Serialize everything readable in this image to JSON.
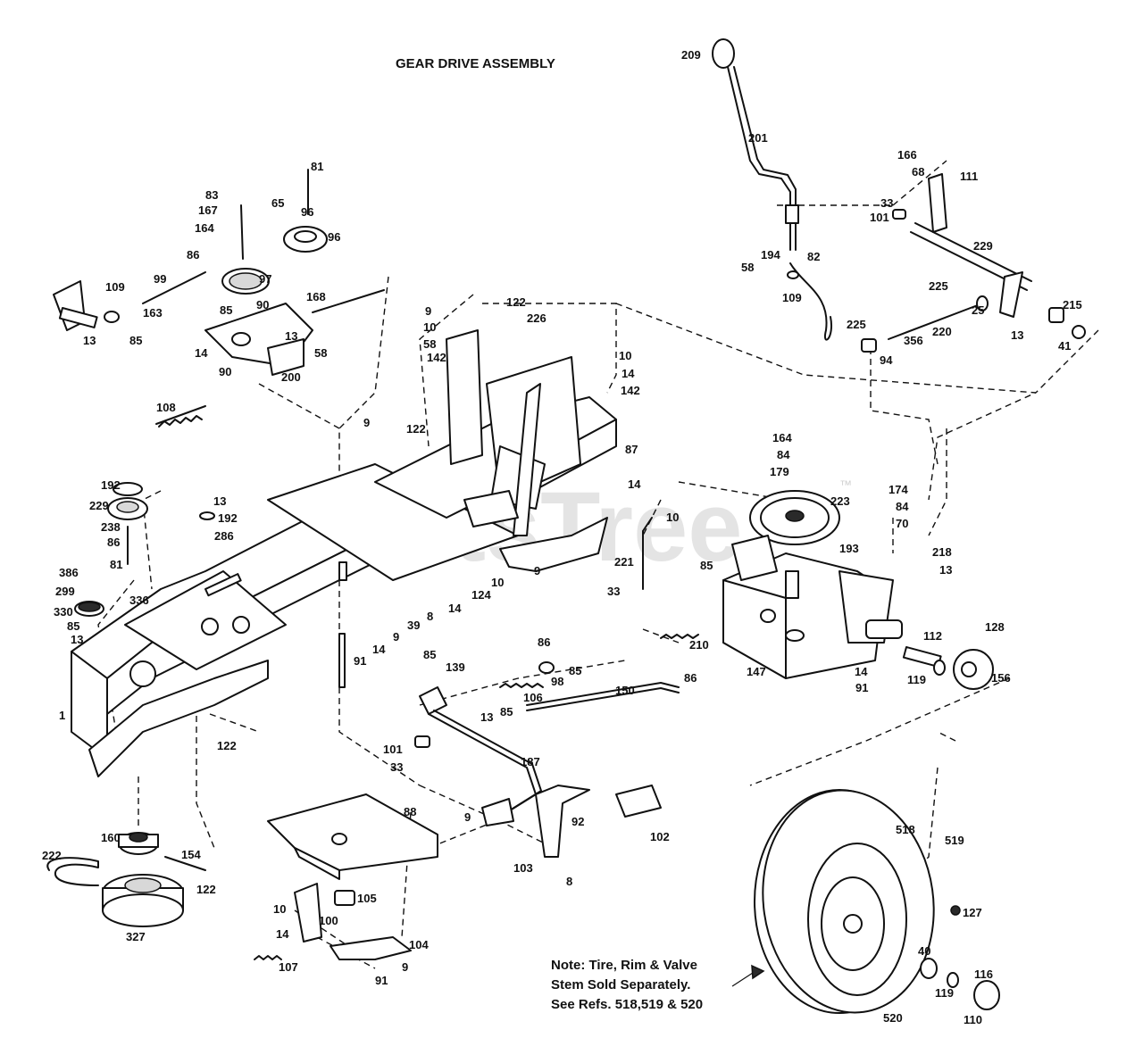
{
  "title": "GEAR DRIVE ASSEMBLY",
  "watermark": "PartsTree",
  "watermark_tm": "™",
  "note": {
    "line1": "Note: Tire, Rim & Valve",
    "line2": "Stem Sold Separately.",
    "line3": "See Refs. 518,519 & 520"
  },
  "callouts": [
    {
      "id": "c209",
      "label": "209"
    },
    {
      "id": "c201",
      "label": "201"
    },
    {
      "id": "c166",
      "label": "166"
    },
    {
      "id": "c111",
      "label": "111"
    },
    {
      "id": "c68a",
      "label": "68"
    },
    {
      "id": "c33a",
      "label": "33"
    },
    {
      "id": "c101a",
      "label": "101"
    },
    {
      "id": "c229a",
      "label": "229"
    },
    {
      "id": "c194",
      "label": "194"
    },
    {
      "id": "c82",
      "label": "82"
    },
    {
      "id": "c58a",
      "label": "58"
    },
    {
      "id": "c109a",
      "label": "109"
    },
    {
      "id": "c225a",
      "label": "225"
    },
    {
      "id": "c25",
      "label": "25"
    },
    {
      "id": "c215",
      "label": "215"
    },
    {
      "id": "c225b",
      "label": "225"
    },
    {
      "id": "c356",
      "label": "356"
    },
    {
      "id": "c220",
      "label": "220"
    },
    {
      "id": "c13a",
      "label": "13"
    },
    {
      "id": "c41",
      "label": "41"
    },
    {
      "id": "c94",
      "label": "94"
    },
    {
      "id": "c81a",
      "label": "81"
    },
    {
      "id": "c83",
      "label": "83"
    },
    {
      "id": "c65",
      "label": "65"
    },
    {
      "id": "c96a",
      "label": "96"
    },
    {
      "id": "c167",
      "label": "167"
    },
    {
      "id": "c96b",
      "label": "96"
    },
    {
      "id": "c164",
      "label": "164"
    },
    {
      "id": "c86a",
      "label": "86"
    },
    {
      "id": "c97",
      "label": "97"
    },
    {
      "id": "c99",
      "label": "99"
    },
    {
      "id": "c109b",
      "label": "109"
    },
    {
      "id": "c163",
      "label": "163"
    },
    {
      "id": "c168",
      "label": "168"
    },
    {
      "id": "c85a",
      "label": "85"
    },
    {
      "id": "c90a",
      "label": "90"
    },
    {
      "id": "c13b",
      "label": "13"
    },
    {
      "id": "c85b",
      "label": "85"
    },
    {
      "id": "c13c",
      "label": "13"
    },
    {
      "id": "c14a",
      "label": "14"
    },
    {
      "id": "c58b",
      "label": "58"
    },
    {
      "id": "c90b",
      "label": "90"
    },
    {
      "id": "c200",
      "label": "200"
    },
    {
      "id": "c108",
      "label": "108"
    },
    {
      "id": "c9a",
      "label": "9"
    },
    {
      "id": "c10a",
      "label": "10"
    },
    {
      "id": "c58c",
      "label": "58"
    },
    {
      "id": "c142a",
      "label": "142"
    },
    {
      "id": "c122a",
      "label": "122"
    },
    {
      "id": "c226",
      "label": "226"
    },
    {
      "id": "c10b",
      "label": "10"
    },
    {
      "id": "c14b",
      "label": "14"
    },
    {
      "id": "c142b",
      "label": "142"
    },
    {
      "id": "c9b",
      "label": "9"
    },
    {
      "id": "c122b",
      "label": "122"
    },
    {
      "id": "c87",
      "label": "87"
    },
    {
      "id": "c14c",
      "label": "14"
    },
    {
      "id": "c164b",
      "label": "164"
    },
    {
      "id": "c84a",
      "label": "84"
    },
    {
      "id": "c179",
      "label": "179"
    },
    {
      "id": "c223",
      "label": "223"
    },
    {
      "id": "c174",
      "label": "174"
    },
    {
      "id": "c84b",
      "label": "84"
    },
    {
      "id": "c70",
      "label": "70"
    },
    {
      "id": "c218",
      "label": "218"
    },
    {
      "id": "c13d",
      "label": "13"
    },
    {
      "id": "c193",
      "label": "193"
    },
    {
      "id": "c10c",
      "label": "10"
    },
    {
      "id": "c221",
      "label": "221"
    },
    {
      "id": "c85c",
      "label": "85"
    },
    {
      "id": "c33b",
      "label": "33"
    },
    {
      "id": "c192a",
      "label": "192"
    },
    {
      "id": "c229b",
      "label": "229"
    },
    {
      "id": "c238",
      "label": "238"
    },
    {
      "id": "c86b",
      "label": "86"
    },
    {
      "id": "c81b",
      "label": "81"
    },
    {
      "id": "c13e",
      "label": "13"
    },
    {
      "id": "c192b",
      "label": "192"
    },
    {
      "id": "c286",
      "label": "286"
    },
    {
      "id": "c386",
      "label": "386"
    },
    {
      "id": "c299",
      "label": "299"
    },
    {
      "id": "c336",
      "label": "336"
    },
    {
      "id": "c330",
      "label": "330"
    },
    {
      "id": "c85d",
      "label": "85"
    },
    {
      "id": "c13f",
      "label": "13"
    },
    {
      "id": "c1",
      "label": "1"
    },
    {
      "id": "c91a",
      "label": "91"
    },
    {
      "id": "c14d",
      "label": "14"
    },
    {
      "id": "c9c",
      "label": "9"
    },
    {
      "id": "c39",
      "label": "39"
    },
    {
      "id": "c8a",
      "label": "8"
    },
    {
      "id": "c14e",
      "label": "14"
    },
    {
      "id": "c124",
      "label": "124"
    },
    {
      "id": "c10d",
      "label": "10"
    },
    {
      "id": "c9d",
      "label": "9"
    },
    {
      "id": "c147",
      "label": "147"
    },
    {
      "id": "c112",
      "label": "112"
    },
    {
      "id": "c128",
      "label": "128"
    },
    {
      "id": "c14f",
      "label": "14"
    },
    {
      "id": "c91b",
      "label": "91"
    },
    {
      "id": "c119a",
      "label": "119"
    },
    {
      "id": "c156",
      "label": "156"
    },
    {
      "id": "c210",
      "label": "210"
    },
    {
      "id": "c86c",
      "label": "86"
    },
    {
      "id": "c85e",
      "label": "85"
    },
    {
      "id": "c139",
      "label": "139"
    },
    {
      "id": "c86d",
      "label": "86"
    },
    {
      "id": "c98",
      "label": "98"
    },
    {
      "id": "c85f",
      "label": "85"
    },
    {
      "id": "c106",
      "label": "106"
    },
    {
      "id": "c13g",
      "label": "13"
    },
    {
      "id": "c85g",
      "label": "85"
    },
    {
      "id": "c150",
      "label": "150"
    },
    {
      "id": "c122c",
      "label": "122"
    },
    {
      "id": "c101b",
      "label": "101"
    },
    {
      "id": "c33c",
      "label": "33"
    },
    {
      "id": "c187",
      "label": "187"
    },
    {
      "id": "c9e",
      "label": "9"
    },
    {
      "id": "c92",
      "label": "92"
    },
    {
      "id": "c102",
      "label": "102"
    },
    {
      "id": "c103",
      "label": "103"
    },
    {
      "id": "c8b",
      "label": "8"
    },
    {
      "id": "c160",
      "label": "160"
    },
    {
      "id": "c154",
      "label": "154"
    },
    {
      "id": "c222",
      "label": "222"
    },
    {
      "id": "c122d",
      "label": "122"
    },
    {
      "id": "c327",
      "label": "327"
    },
    {
      "id": "c88",
      "label": "88"
    },
    {
      "id": "c10e",
      "label": "10"
    },
    {
      "id": "c14g",
      "label": "14"
    },
    {
      "id": "c100",
      "label": "100"
    },
    {
      "id": "c105",
      "label": "105"
    },
    {
      "id": "c107",
      "label": "107"
    },
    {
      "id": "c104",
      "label": "104"
    },
    {
      "id": "c9f",
      "label": "9"
    },
    {
      "id": "c91c",
      "label": "91"
    },
    {
      "id": "c518",
      "label": "518"
    },
    {
      "id": "c519",
      "label": "519"
    },
    {
      "id": "c127",
      "label": "127"
    },
    {
      "id": "c40",
      "label": "40"
    },
    {
      "id": "c116",
      "label": "116"
    },
    {
      "id": "c119b",
      "label": "119"
    },
    {
      "id": "c110",
      "label": "110"
    },
    {
      "id": "c520",
      "label": "520"
    }
  ]
}
